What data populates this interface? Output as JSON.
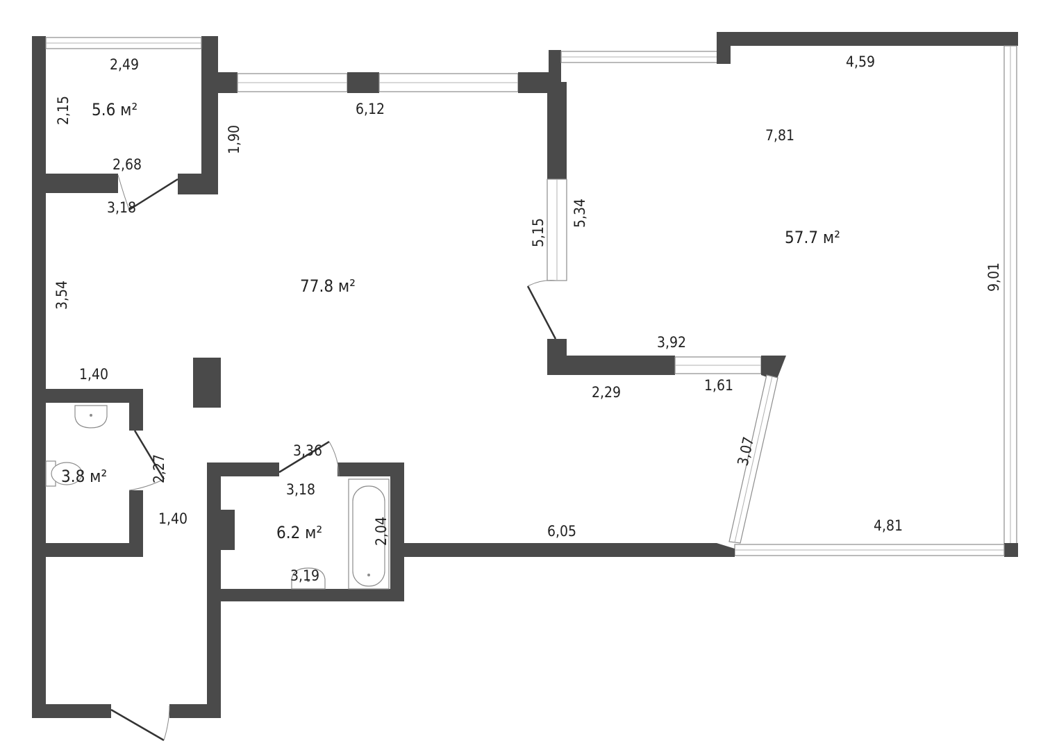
{
  "rooms": [
    {
      "id": "storage",
      "area": "5.6 м²"
    },
    {
      "id": "living",
      "area": "77.8 м²"
    },
    {
      "id": "terrace",
      "area": "57.7 м²"
    },
    {
      "id": "wc",
      "area": "3.8 м²"
    },
    {
      "id": "bathroom",
      "area": "6.2 м²"
    }
  ],
  "dimensions": {
    "storage_width": "2,49",
    "storage_height": "2,15",
    "storage_bottom": "2,68",
    "storage_door": "3,18",
    "top_wall": "6,12",
    "top_left_vertical": "1,90",
    "left_wall": "3,54",
    "partition_left": "5,15",
    "partition_right": "5,34",
    "terrace_top": "4,59",
    "terrace_depth": "7,81",
    "terrace_right": "9,01",
    "terrace_bottom": "4,81",
    "terrace_wall": "3,92",
    "wall_left_segment": "2,29",
    "wall_right_segment": "1,61",
    "diagonal": "3,07",
    "wc_top": "1,40",
    "wc_door": "2,27",
    "hall_width": "1,40",
    "bath_top": "3,36",
    "bath_inner": "3,18",
    "bath_height": "2,04",
    "bath_bottom": "3,19",
    "bottom_wall": "6,05"
  }
}
